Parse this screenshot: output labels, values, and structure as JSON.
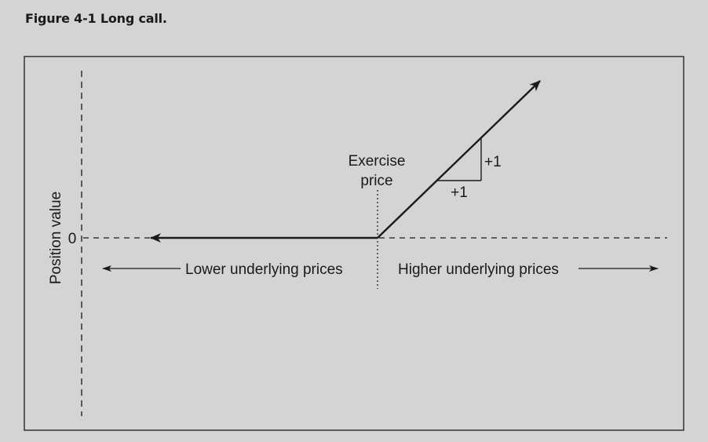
{
  "caption": "Figure 4-1  Long call.",
  "diagram": {
    "y_axis_label": "Position value",
    "zero_label": "0",
    "exercise_price_label_line1": "Exercise",
    "exercise_price_label_line2": "price",
    "slope_rise_label": "+1",
    "slope_run_label": "+1",
    "lower_prices_label": "Lower underlying prices",
    "higher_prices_label": "Higher underlying prices",
    "line_color": "#1a1a1a",
    "background_color": "#d4d4d4"
  }
}
